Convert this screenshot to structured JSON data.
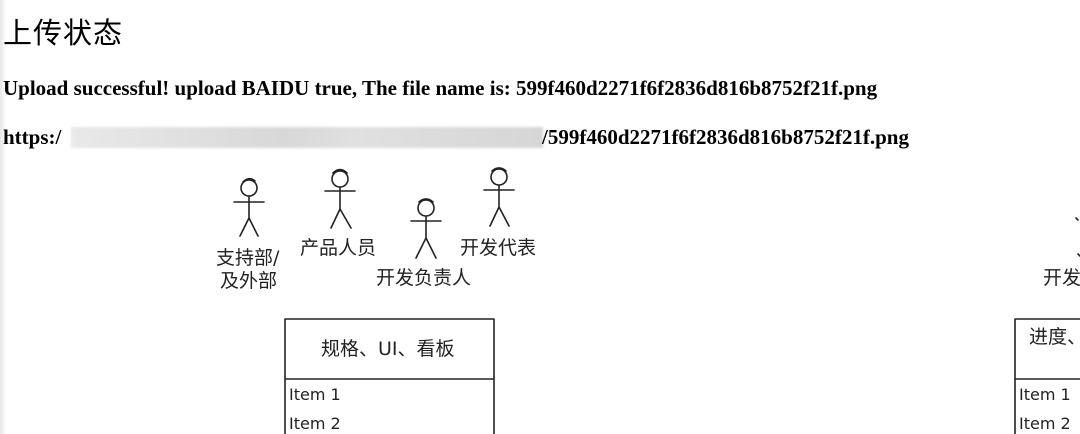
{
  "page": {
    "title": "上传状态",
    "status_message": "Upload successful! upload BAIDU true, The file name is: 599f460d2271f6f2836d816b8752f21f.png",
    "url_prefix": "https:/",
    "url_suffix": "/599f460d2271f6f2836d816b8752f21f.png"
  },
  "diagram": {
    "actors": [
      {
        "label_line1": "支持部/",
        "label_line2": "及外部"
      },
      {
        "label_line1": "产品人员"
      },
      {
        "label_line1": "开发负责人"
      },
      {
        "label_line1": "开发代表"
      }
    ],
    "left_table": {
      "header": "规格、UI、看板",
      "items": [
        "Item 1",
        "Item 2"
      ]
    },
    "right_partial": {
      "actor_label": "开发",
      "header": "进度、",
      "items": [
        "Item 1",
        "Item 2"
      ]
    }
  }
}
